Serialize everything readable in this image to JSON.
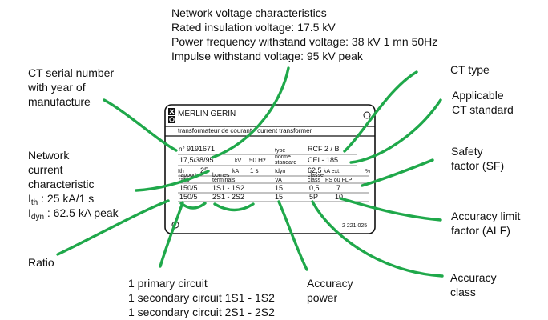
{
  "colors": {
    "leader": "#1fa84a",
    "text": "#111111",
    "plate_border": "#111111",
    "background": "#ffffff"
  },
  "callouts": {
    "network_voltage": {
      "heading": "Network voltage characteristics",
      "line1": "Rated insulation voltage: 17.5 kV",
      "line2": "Power frequency withstand voltage: 38 kV 1 mn 50Hz",
      "line3": "Impulse withstand voltage: 95 kV peak"
    },
    "serial": {
      "line1": "CT serial number",
      "line2": "with year of",
      "line3": "manufacture"
    },
    "ct_type": {
      "line1": "CT type"
    },
    "standard": {
      "line1": "Applicable",
      "line2": "CT standard"
    },
    "network_current": {
      "line1": "Network",
      "line2": "current",
      "line3": "characteristic",
      "ith_symbol": "I",
      "ith_sub": "th",
      "ith_value": " : 25 kA/1 s",
      "idyn_symbol": "I",
      "idyn_sub": "dyn",
      "idyn_value": " : 62.5 kA peak"
    },
    "safety": {
      "line1": "Safety",
      "line2": "factor (SF)"
    },
    "alf": {
      "line1": "Accuracy limit",
      "line2": "factor (ALF)"
    },
    "ratio": {
      "line1": "Ratio"
    },
    "circuits": {
      "line1": "1 primary circuit",
      "line2": "1 secondary circuit 1S1 - 1S2",
      "line3": "1 secondary circuit 2S1 - 2S2"
    },
    "power": {
      "line1": "Accuracy",
      "line2": "power"
    },
    "class": {
      "line1": "Accuracy",
      "line2": "class"
    }
  },
  "plate": {
    "logo_icon": "merlin-gerin-logo",
    "brand": "MERLIN GERIN",
    "subtitle": "transformateur de courant - current transformer",
    "serial_label": "n°",
    "serial": "9191671",
    "type_label": "type",
    "type_value": "RCF 2 / B",
    "voltage": "17,5/38/95",
    "kv_label": "kV",
    "freq": "50 Hz",
    "norme_label_1": "norme",
    "norme_label_2": "standard",
    "standard_value": "CEI - 185",
    "ith_label": "Ith",
    "ith_value": "25",
    "ka_label": "kA",
    "time": "1 s",
    "idyn_label": "Idyn",
    "idyn_value": "62,5",
    "ka_ext": "kA  ext.",
    "percent": "%",
    "col_ratio": "rapport\nratio",
    "col_terminals": "bornes\nterminals",
    "col_va": "VA",
    "col_class": "classe\nclass",
    "col_fs": "FS ou FLP",
    "row1": {
      "ratio": "150/5",
      "terminals": "1S1 - 1S2",
      "va": "15",
      "class": "0,5",
      "fs": "7"
    },
    "row2": {
      "ratio": "150/5",
      "terminals": "2S1 - 2S2",
      "va": "15",
      "class": "5P",
      "fs": "10"
    },
    "plate_code": "2 221 025"
  }
}
